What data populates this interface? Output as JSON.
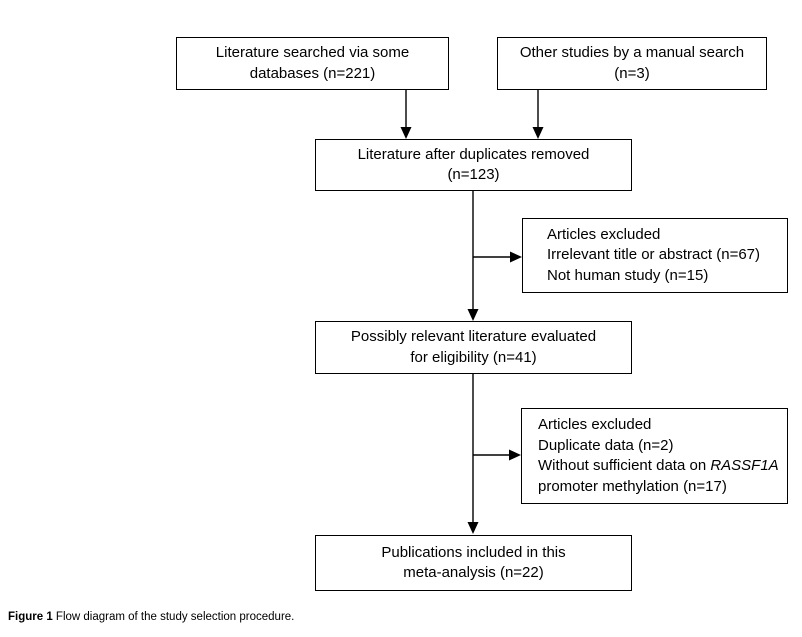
{
  "figure": {
    "caption_bold": "Figure 1",
    "caption_text": " Flow diagram of the study selection procedure."
  },
  "boxes": {
    "searched": {
      "line1": "Literature searched via some",
      "line2": "databases (n=221)"
    },
    "manual": {
      "line1": "Other studies by a manual search",
      "line2": "(n=3)"
    },
    "duplicates": {
      "line1": "Literature after duplicates removed",
      "line2": "(n=123)"
    },
    "excluded1": {
      "line1": "Articles excluded",
      "line2": "Irrelevant title or abstract (n=67)",
      "line3": "Not human study (n=15)"
    },
    "eligibility": {
      "line1": "Possibly relevant literature evaluated",
      "line2": "for eligibility (n=41)"
    },
    "excluded2": {
      "line1": "Articles excluded",
      "line2": "Duplicate data (n=2)",
      "line3_prefix": "Without sufficient data on ",
      "line3_italic": "RASSF1A",
      "line4": "promoter methylation (n=17)"
    },
    "included": {
      "line1": "Publications included in this",
      "line2": "meta-analysis (n=22)"
    }
  },
  "counts": {
    "database_search": 221,
    "manual_search": 3,
    "after_duplicates": 123,
    "irrelevant_title_abstract": 67,
    "not_human_study": 15,
    "eligibility_evaluated": 41,
    "duplicate_data": 2,
    "insufficient_data": 17,
    "included_meta_analysis": 22
  },
  "colors": {
    "line": "#000000",
    "text": "#000000",
    "background": "#ffffff"
  }
}
